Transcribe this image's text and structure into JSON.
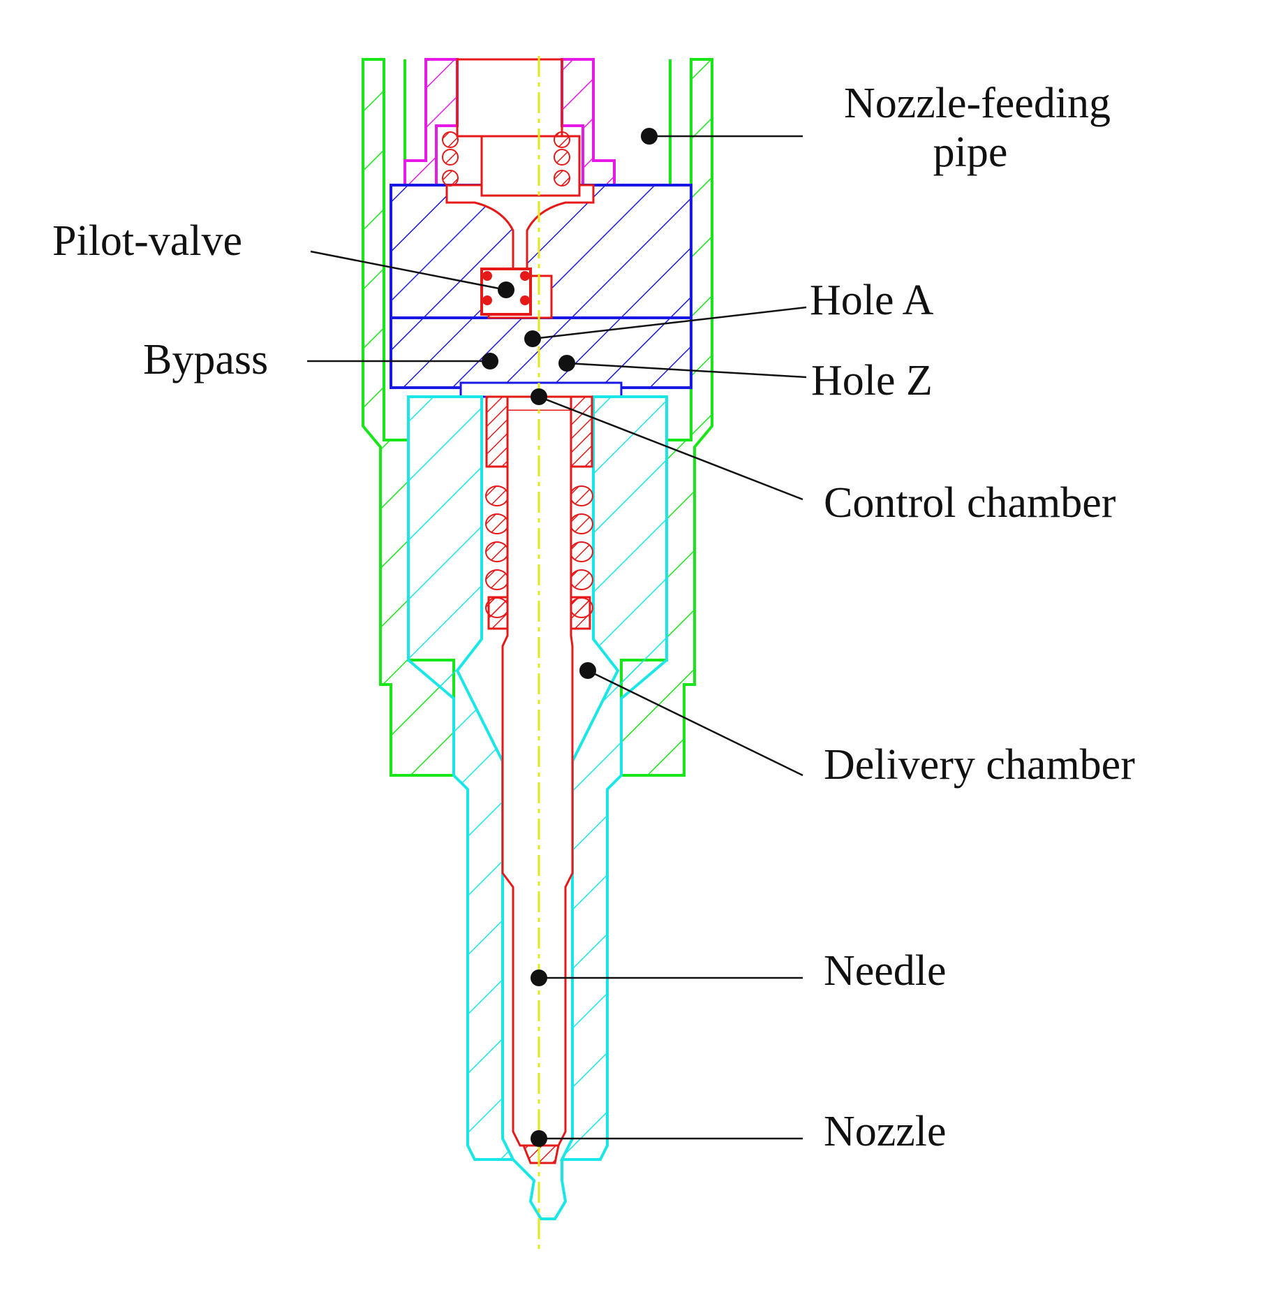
{
  "labels": {
    "nozzle_feeding_pipe_line1": "Nozzle-feeding",
    "nozzle_feeding_pipe_line2": "pipe",
    "pilot_valve": "Pilot-valve",
    "hole_a": "Hole A",
    "bypass": "Bypass",
    "hole_z": "Hole Z",
    "control_chamber": "Control chamber",
    "delivery_chamber": "Delivery chamber",
    "needle": "Needle",
    "nozzle": "Nozzle"
  },
  "colors": {
    "outer_body": "#19e619",
    "top_valve_body": "#e619e6",
    "valve_block": "#1919e6",
    "nozzle_body": "#19e6e6",
    "moving_parts": "#e61919",
    "centerline": "#e6e619",
    "leader": "#111111"
  }
}
